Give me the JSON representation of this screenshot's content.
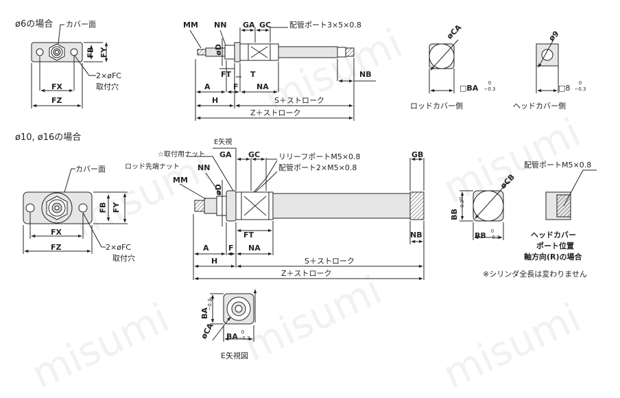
{
  "sections": {
    "top_title": "ø6の場合",
    "mid_title": "ø10, ø16の場合"
  },
  "top": {
    "cover_face": "カバー面",
    "mm": "MM",
    "nn": "NN",
    "ga": "GA",
    "gc": "GC",
    "port": "配管ポート3×5×0.8",
    "d": "øD",
    "ft": "FT",
    "t": "T",
    "nb": "NB",
    "a": "A",
    "f": "F",
    "na": "NA",
    "h": "H",
    "s_stroke": "S＋ストローク",
    "z_stroke": "Z＋ストローク",
    "fb": "FB",
    "fy": "FY",
    "fc": "2×øFC",
    "mount_hole": "取付穴",
    "fx": "FX",
    "fz": "FZ",
    "ca": "øCA",
    "ba": "□BA",
    "ba_tol_top": "0",
    "ba_tol_bot": "−0.3",
    "rod_side": "ロッドカバー側",
    "d9": "ø9",
    "sq8": "□8",
    "sq8_tol_top": "0",
    "sq8_tol_bot": "−0.3",
    "head_side": "ヘッドカバー側"
  },
  "mid": {
    "e_view": "E矢視",
    "nut": "☆取付用ナット",
    "rod_end_nut": "ロッド先端ナット",
    "cover_face": "カバー面",
    "mm": "MM",
    "nn": "NN",
    "ga": "GA",
    "gc": "GC",
    "gb": "GB",
    "relief_port": "リリーフポートM5×0.8",
    "port": "配管ポート2×M5×0.8",
    "d": "øD",
    "ft": "FT",
    "na": "NA",
    "nb": "NB",
    "a": "A",
    "f": "F",
    "h": "H",
    "s_stroke": "S＋ストローク",
    "z_stroke": "Z＋ストローク",
    "fb": "FB",
    "fy": "FY",
    "fc": "2×øFC",
    "mount_hole": "取付穴",
    "fx": "FX",
    "fz": "FZ",
    "cb": "øCB",
    "bb": "BB",
    "bb_tol_top": "0",
    "bb_tol_bot": "−0.3",
    "port_right": "配管ポートM5×0.8",
    "head_cover_line1": "ヘッドカバー",
    "head_cover_line2": "ポート位置",
    "head_cover_line3": "軸方向(R)の場合",
    "note": "※シリンダ全長は変わりません"
  },
  "eview": {
    "ba": "BA",
    "tol_top": "0",
    "tol_bot": "−0.3",
    "ca": "øCA",
    "caption": "E矢視図"
  },
  "watermark": "misumi"
}
